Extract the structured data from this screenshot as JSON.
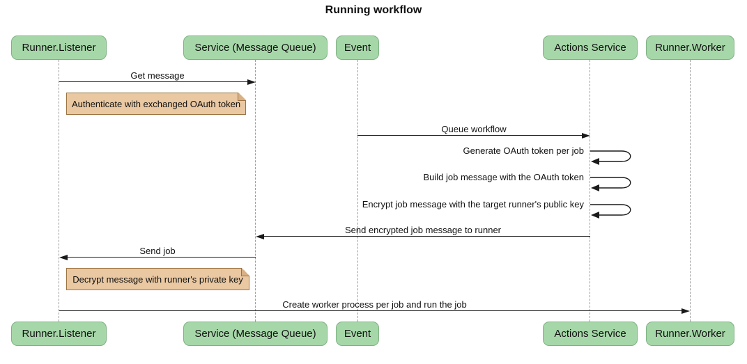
{
  "title": "Running workflow",
  "colors": {
    "actor_fill": "#a6d7a8",
    "actor_border": "#7fb184",
    "note_fill": "#e9c8a2",
    "note_border": "#9c7442",
    "note_fold": "#d8b084",
    "line": "#1a1a1a",
    "lifeline": "#9c9c9c"
  },
  "actors": [
    {
      "label": "Runner.Listener"
    },
    {
      "label": "Service (Message Queue)"
    },
    {
      "label": "Event"
    },
    {
      "label": "Actions Service"
    },
    {
      "label": "Runner.Worker"
    }
  ],
  "messages": [
    {
      "label": "Get message",
      "from": "Runner.Listener",
      "to": "Service (Message Queue)",
      "type": "arrow-right"
    },
    {
      "label": "Queue workflow",
      "from": "Event",
      "to": "Actions Service",
      "type": "arrow-right"
    },
    {
      "label": "Generate OAuth token per job",
      "from": "Actions Service",
      "to": "Actions Service",
      "type": "self-loop"
    },
    {
      "label": "Build job message with the OAuth token",
      "from": "Actions Service",
      "to": "Actions Service",
      "type": "self-loop"
    },
    {
      "label": "Encrypt job message with the target runner's public key",
      "from": "Actions Service",
      "to": "Actions Service",
      "type": "self-loop"
    },
    {
      "label": "Send encrypted job message to runner",
      "from": "Actions Service",
      "to": "Service (Message Queue)",
      "type": "arrow-left"
    },
    {
      "label": "Send job",
      "from": "Service (Message Queue)",
      "to": "Runner.Listener",
      "type": "arrow-left"
    },
    {
      "label": "Create worker process per job and run the job",
      "from": "Runner.Listener",
      "to": "Runner.Worker",
      "type": "arrow-right"
    }
  ],
  "notes": [
    {
      "text": "Authenticate with exchanged OAuth token",
      "near": "Runner.Listener"
    },
    {
      "text": "Decrypt message with runner's private key",
      "near": "Runner.Listener"
    }
  ]
}
